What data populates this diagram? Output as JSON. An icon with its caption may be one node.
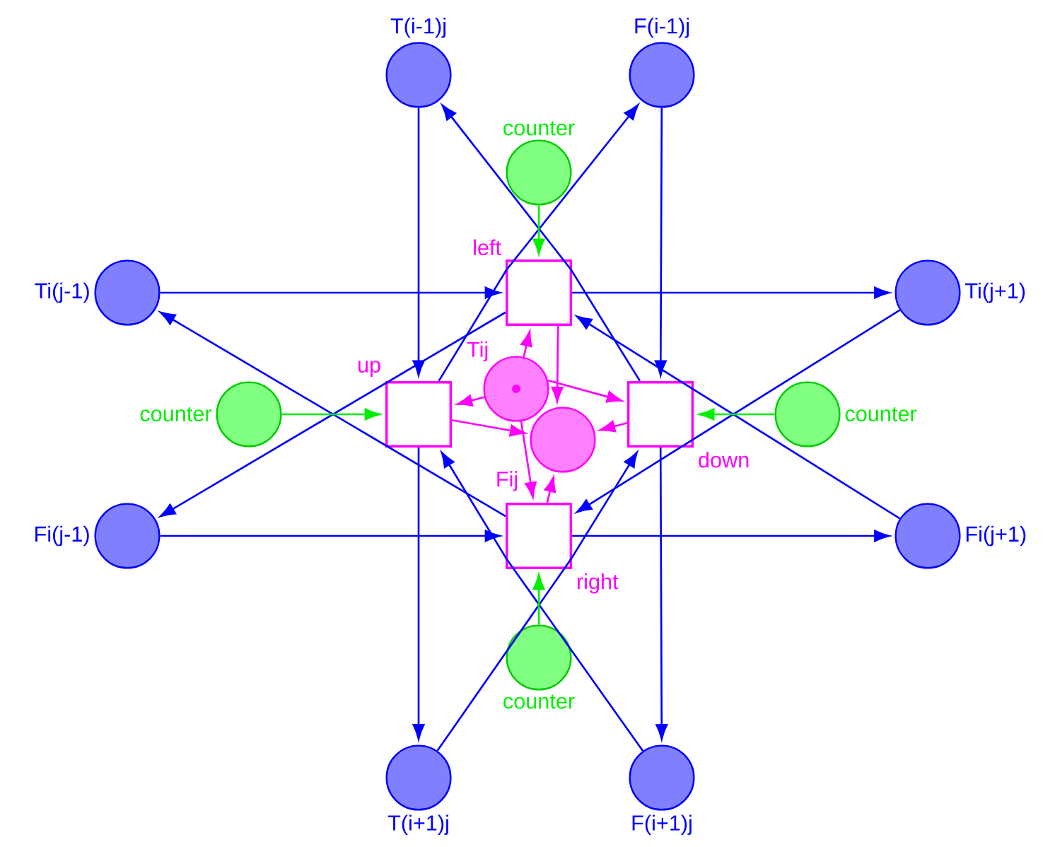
{
  "diagram": {
    "nodes": [
      {
        "text": [
          "T(i-1)j"
        ]
      },
      {
        "text": [
          "F(i-1)j"
        ]
      },
      {
        "text": [
          "counter"
        ]
      },
      {
        "text": [
          "left"
        ]
      },
      {
        "text": [
          "Ti(j-1)"
        ]
      },
      {
        "text": [
          "Ti(j+1)"
        ]
      },
      {
        "text": [
          "up"
        ]
      },
      {
        "text": [
          "Tij"
        ]
      },
      {
        "text": [
          "counter"
        ]
      },
      {
        "text": [
          "down"
        ]
      },
      {
        "text": [
          "counter"
        ]
      },
      {
        "text": [
          "Fij"
        ]
      },
      {
        "text": [
          "Fi(j-1)"
        ]
      },
      {
        "text": [
          "right"
        ]
      },
      {
        "text": [
          "Fi(j+1)"
        ]
      },
      {
        "text": [
          "counter"
        ]
      },
      {
        "text": [
          "T(i+1)j"
        ]
      },
      {
        "text": [
          "F(i+1)j"
        ]
      }
    ],
    "edges": [
      {
        "from": 4,
        "to": 3,
        "arrow": "to"
      },
      {
        "from": 3,
        "to": 5,
        "arrow": "to"
      },
      {
        "from": 12,
        "to": 13,
        "arrow": "to"
      },
      {
        "from": 13,
        "to": 14,
        "arrow": "to"
      },
      {
        "from": 0,
        "to": 6,
        "arrow": "to"
      },
      {
        "from": 6,
        "to": 16,
        "arrow": "to"
      },
      {
        "from": 1,
        "to": 9,
        "arrow": "to"
      },
      {
        "from": 9,
        "to": 17,
        "arrow": "to"
      },
      {
        "from": 9,
        "to": 0,
        "arrow": "to"
      },
      {
        "from": 6,
        "to": 1,
        "arrow": "to"
      },
      {
        "from": 16,
        "to": 9,
        "arrow": "to"
      },
      {
        "from": 17,
        "to": 6,
        "arrow": "to"
      },
      {
        "from": 3,
        "to": 12,
        "arrow": "to"
      },
      {
        "from": 13,
        "to": 4,
        "arrow": "to"
      },
      {
        "from": 5,
        "to": 13,
        "arrow": "to"
      },
      {
        "from": 14,
        "to": 3,
        "arrow": "to"
      },
      {
        "from": 2,
        "to": 3,
        "arrow": "to",
        "color": "#00ee00"
      },
      {
        "from": 8,
        "to": 6,
        "arrow": "to",
        "color": "#00ee00"
      },
      {
        "from": 10,
        "to": 9,
        "arrow": "to",
        "color": "#00ee00"
      },
      {
        "from": 15,
        "to": 13,
        "arrow": "to",
        "color": "#00ee00"
      },
      {
        "from": 7,
        "to": 3,
        "arrow": "to",
        "color": "#ff00ff"
      },
      {
        "from": 7,
        "to": 6,
        "arrow": "to",
        "color": "#ff00ff"
      },
      {
        "from": 7,
        "to": 9,
        "arrow": "to",
        "color": "#ff00ff"
      },
      {
        "from": 7,
        "to": 13,
        "arrow": "to",
        "color": "#ff00ff"
      },
      {
        "from": 3,
        "to": 11,
        "arrow": "to",
        "color": "#ff00ff"
      },
      {
        "from": 6,
        "to": 11,
        "arrow": "to",
        "color": "#ff00ff"
      },
      {
        "from": 9,
        "to": 11,
        "arrow": "to",
        "color": "#ff00ff"
      },
      {
        "from": 13,
        "to": 11,
        "arrow": "to",
        "color": "#ff00ff"
      }
    ]
  }
}
